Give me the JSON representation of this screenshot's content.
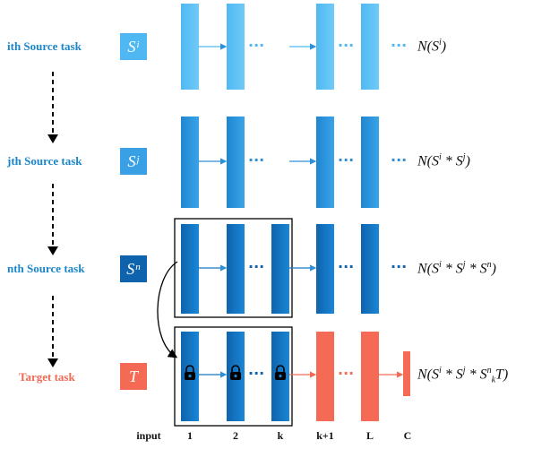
{
  "rows": [
    {
      "label": "ith Source task",
      "symbol": "S",
      "sup": "i",
      "formula": {
        "pre": "N(S",
        "s1": "i",
        "post": ")"
      }
    },
    {
      "label": "jth Source task",
      "symbol": "S",
      "sup": "j",
      "formula": {
        "pre": "N(S",
        "s1": "i",
        "mid1": " * S",
        "s2": "j",
        "post": ")"
      }
    },
    {
      "label": "nth Source task",
      "symbol": "S",
      "sup": "n",
      "formula": {
        "pre": "N(S",
        "s1": "i",
        "mid1": " * S",
        "s2": "j",
        "mid2": " * S",
        "s3": "n",
        "post": ")"
      }
    },
    {
      "label": "Target task",
      "symbol": "T",
      "formula": {
        "pre": "N(S",
        "s1": "i",
        "mid1": " * S",
        "s2": "j",
        "mid2": " * S",
        "s3": "n",
        "sub": "k",
        "post": "T)"
      }
    }
  ],
  "axis_labels": [
    "input",
    "1",
    "2",
    "k",
    "k+1",
    "L",
    "C"
  ],
  "colors": {
    "source_light": "#5bc0f5",
    "source_mid": "#2e95dc",
    "source_dark": "#1477c4",
    "target": "#f46a55",
    "label_blue": "#1b86c9"
  },
  "icons": [
    "lock-icon",
    "down-arrow-icon"
  ]
}
